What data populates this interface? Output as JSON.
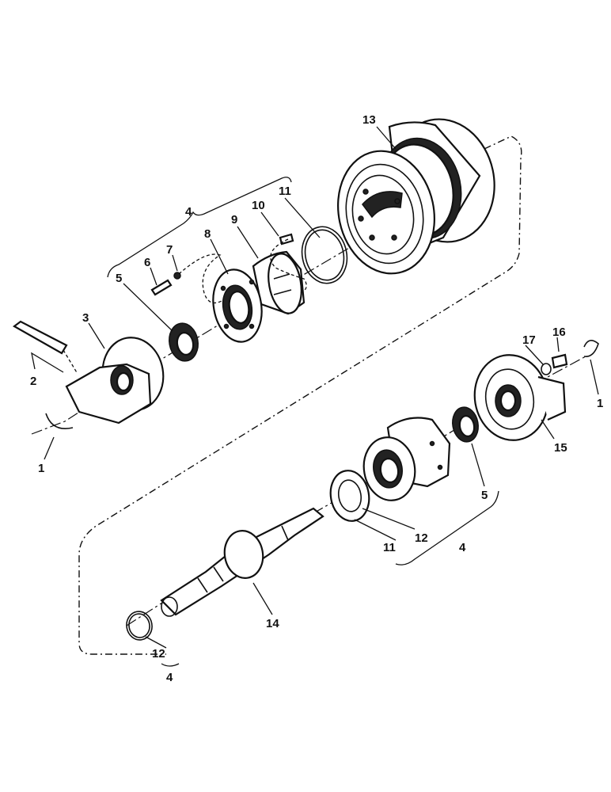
{
  "labels": {
    "item_1_left": "1",
    "item_1_right": "1",
    "item_2": "2",
    "item_3": "3",
    "item_4_top": "4",
    "item_4_mid": "4",
    "item_4_bottom": "4",
    "item_5_top": "5",
    "item_5_right": "5",
    "item_6": "6",
    "item_7": "7",
    "item_8": "8",
    "item_9": "9",
    "item_10": "10",
    "item_11_top": "11",
    "item_11_bottom": "11",
    "item_12_mid": "12",
    "item_12_bottom": "12",
    "item_13": "13",
    "item_14": "14",
    "item_15": "15",
    "item_16": "16",
    "item_17": "17"
  },
  "colors": {
    "ink": "#111111",
    "paper": "#ffffff"
  }
}
